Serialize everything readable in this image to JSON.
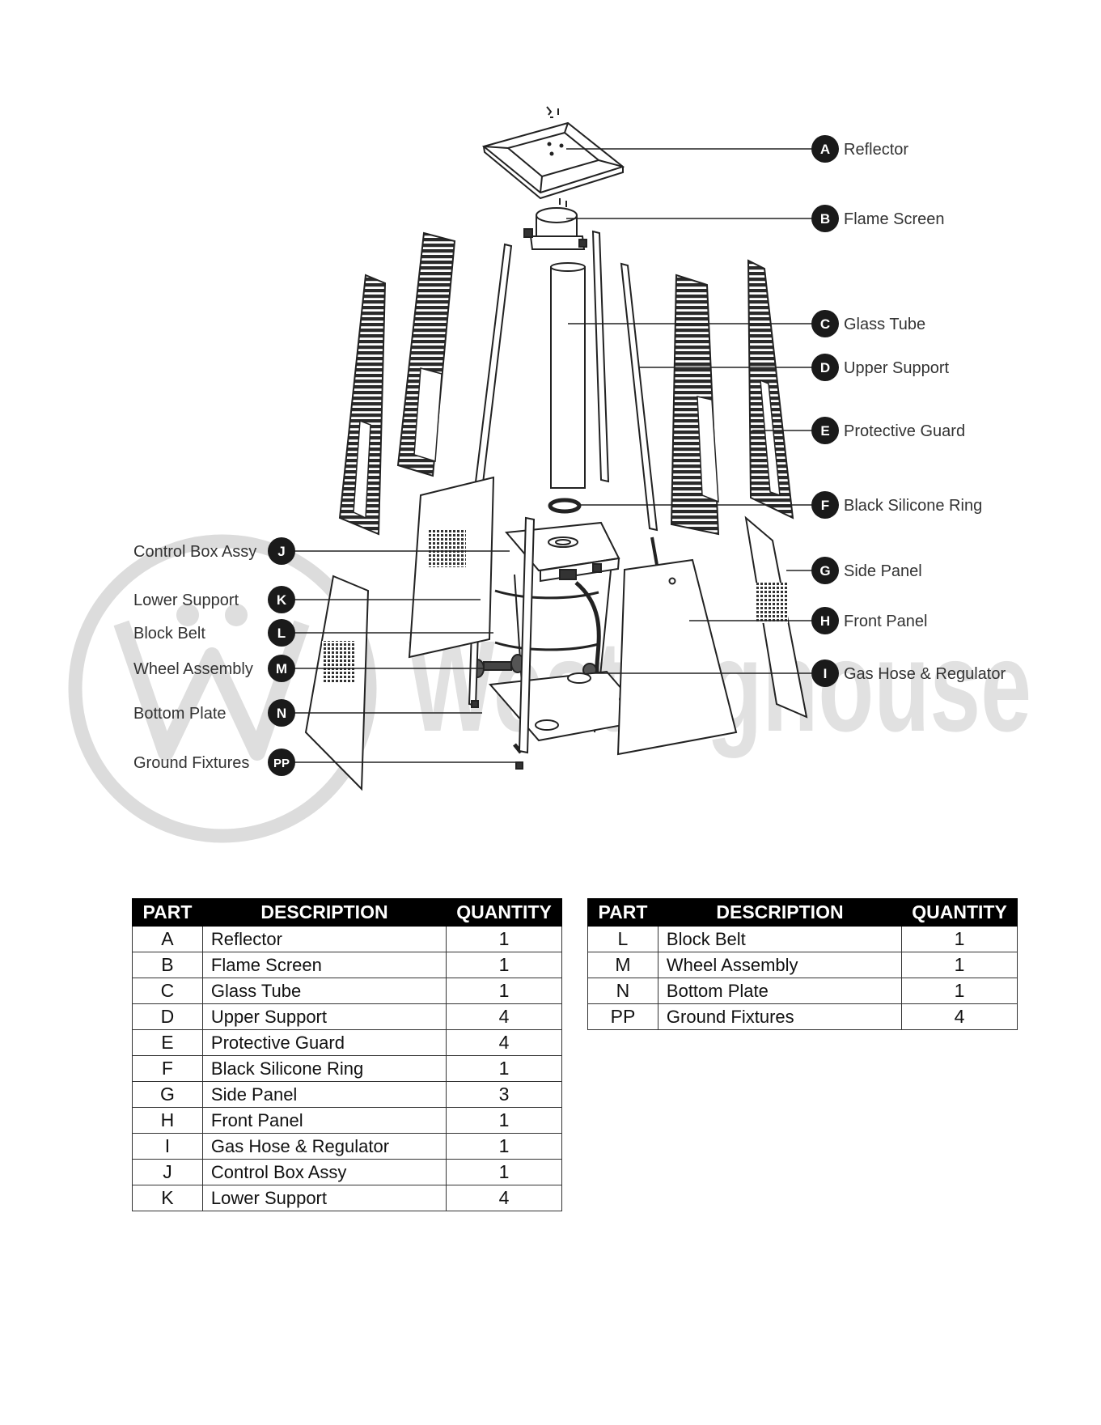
{
  "watermark": {
    "brand": "Westinghouse"
  },
  "callouts": [
    {
      "letter": "A",
      "label": "Reflector"
    },
    {
      "letter": "B",
      "label": "Flame Screen"
    },
    {
      "letter": "C",
      "label": "Glass Tube"
    },
    {
      "letter": "D",
      "label": "Upper Support"
    },
    {
      "letter": "E",
      "label": "Protective Guard"
    },
    {
      "letter": "F",
      "label": "Black Silicone Ring"
    },
    {
      "letter": "G",
      "label": "Side Panel"
    },
    {
      "letter": "H",
      "label": "Front Panel"
    },
    {
      "letter": "I",
      "label": "Gas Hose & Regulator"
    },
    {
      "letter": "J",
      "label": "Control Box Assy"
    },
    {
      "letter": "K",
      "label": "Lower Support"
    },
    {
      "letter": "L",
      "label": "Block Belt"
    },
    {
      "letter": "M",
      "label": "Wheel Assembly"
    },
    {
      "letter": "N",
      "label": "Bottom Plate"
    },
    {
      "letter": "PP",
      "label": "Ground Fixtures"
    }
  ],
  "table_headers": {
    "part": "PART",
    "description": "DESCRIPTION",
    "quantity": "QUANTITY"
  },
  "parts_left": [
    {
      "part": "A",
      "description": "Reflector",
      "quantity": "1"
    },
    {
      "part": "B",
      "description": "Flame Screen",
      "quantity": "1"
    },
    {
      "part": "C",
      "description": "Glass Tube",
      "quantity": "1"
    },
    {
      "part": "D",
      "description": "Upper Support",
      "quantity": "4"
    },
    {
      "part": "E",
      "description": "Protective Guard",
      "quantity": "4"
    },
    {
      "part": "F",
      "description": "Black Silicone Ring",
      "quantity": "1"
    },
    {
      "part": "G",
      "description": "Side Panel",
      "quantity": "3"
    },
    {
      "part": "H",
      "description": "Front Panel",
      "quantity": "1"
    },
    {
      "part": "I",
      "description": "Gas Hose & Regulator",
      "quantity": "1"
    },
    {
      "part": "J",
      "description": "Control Box Assy",
      "quantity": "1"
    },
    {
      "part": "K",
      "description": "Lower Support",
      "quantity": "4"
    }
  ],
  "parts_right": [
    {
      "part": "L",
      "description": "Block Belt",
      "quantity": "1"
    },
    {
      "part": "M",
      "description": "Wheel Assembly",
      "quantity": "1"
    },
    {
      "part": "N",
      "description": "Bottom Plate",
      "quantity": "1"
    },
    {
      "part": "PP",
      "description": "Ground Fixtures",
      "quantity": "4"
    }
  ]
}
